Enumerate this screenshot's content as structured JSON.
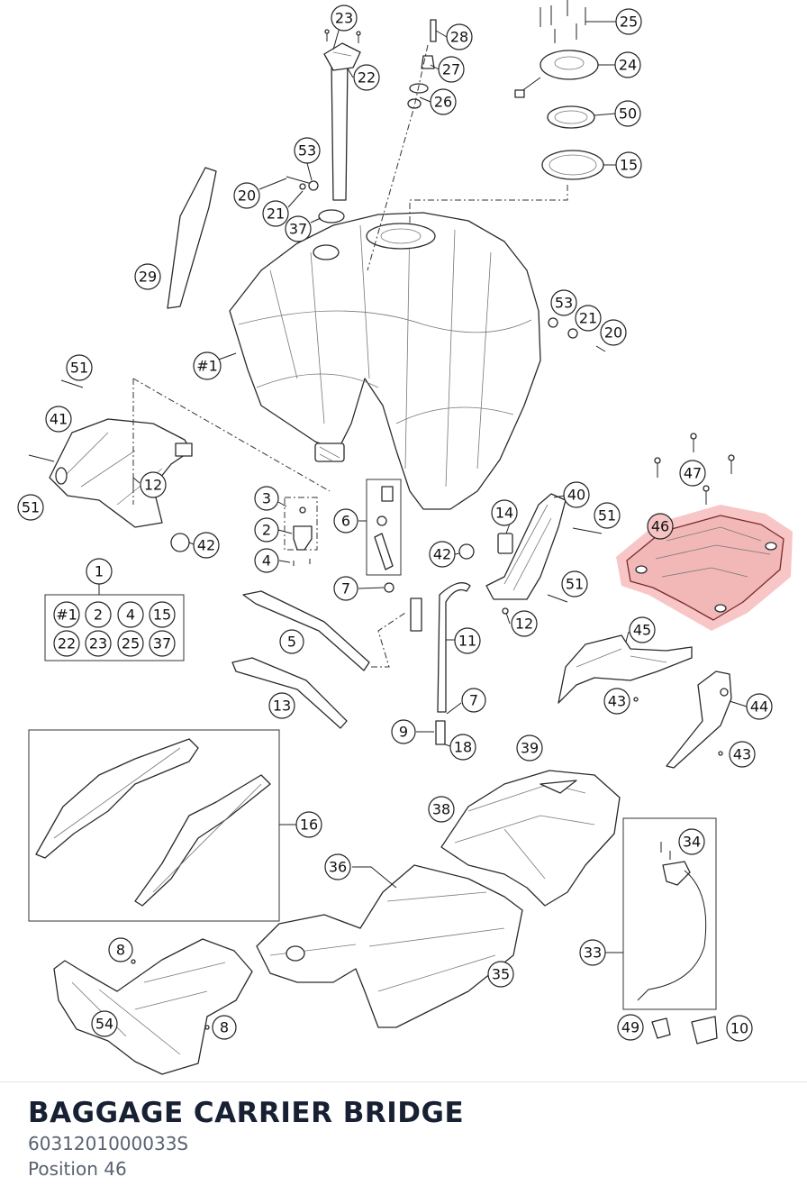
{
  "part": {
    "title": "BAGGAGE CARRIER BRIDGE",
    "number": "6031201000033S",
    "position": "Position 46"
  },
  "colors": {
    "highlight": "#f08080",
    "title": "#172133",
    "subtitle": "#5a6270"
  },
  "callouts": {
    "c23": "23",
    "c22": "22",
    "c28": "28",
    "c27": "27",
    "c26": "26",
    "c25": "25",
    "c24": "24",
    "c50": "50",
    "c15": "15",
    "c53a": "53",
    "c20a": "20",
    "c21a": "21",
    "c37": "37",
    "c29": "29",
    "c53b": "53",
    "c21b": "21",
    "c20b": "20",
    "c1h": "#1",
    "c51a": "51",
    "c41": "41",
    "c12a": "12",
    "c51b": "51",
    "c42a": "42",
    "c3": "3",
    "c2": "2",
    "c4": "4",
    "c6": "6",
    "c14": "14",
    "c40": "40",
    "c51c": "51",
    "c47": "47",
    "c46": "46",
    "c42b": "42",
    "c51d": "51",
    "c12b": "12",
    "c7a": "7",
    "c1": "1",
    "c5": "5",
    "c11": "11",
    "c45": "45",
    "c43a": "43",
    "c44": "44",
    "c43b": "43",
    "c13": "13",
    "c7b": "7",
    "c9": "9",
    "c18": "18",
    "c39": "39",
    "c16": "16",
    "c38": "38",
    "c34": "34",
    "c36": "36",
    "c33": "33",
    "c8a": "8",
    "c35": "35",
    "c54": "54",
    "c8b": "8",
    "c49": "49",
    "c10": "10"
  },
  "kit_grid": [
    "#1",
    "2",
    "4",
    "15",
    "22",
    "23",
    "25",
    "37"
  ]
}
